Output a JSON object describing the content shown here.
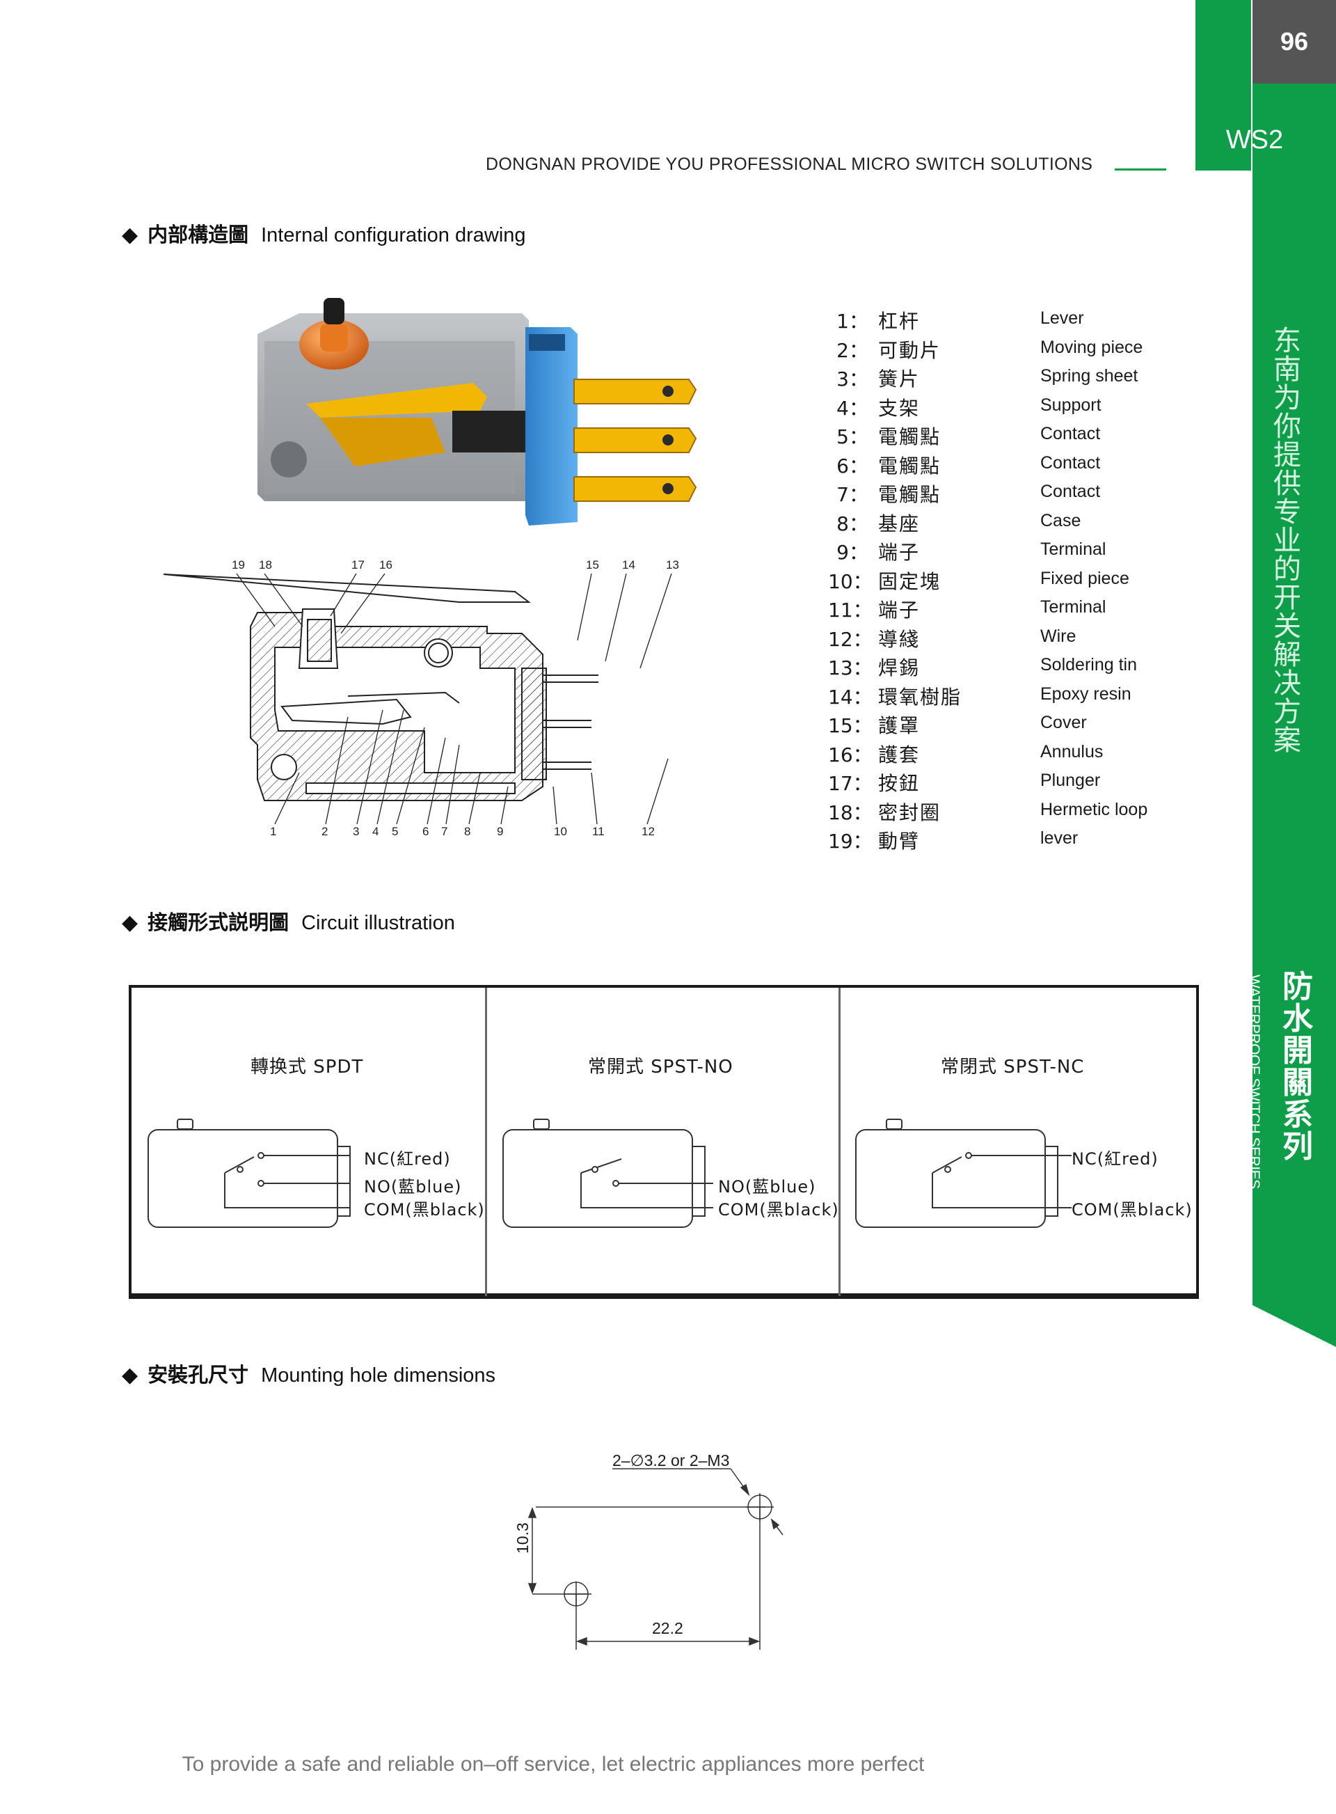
{
  "page_number": "96",
  "series_code": "WS2",
  "vertical_slogan": [
    "东",
    "南",
    "为",
    "你",
    "提",
    "供",
    "专",
    "业",
    "的",
    "开",
    "关",
    "解",
    "决",
    "方",
    "案"
  ],
  "series_name_cn": [
    "防",
    "水",
    "開",
    "關",
    "系",
    "列"
  ],
  "series_name_en": "WATERPROOF SWITCH SERIES",
  "header_slogan": "DONGNAN PROVIDE YOU PROFESSIONAL MICRO SWITCH SOLUTIONS",
  "section_internal": {
    "cn": "内部構造圖",
    "en": "Internal configuration drawing"
  },
  "section_circuit": {
    "cn": "接觸形式説明圖",
    "en": "Circuit illustration"
  },
  "section_mounting": {
    "cn": "安裝孔尺寸",
    "en": "Mounting hole dimensions"
  },
  "callouts_top": [
    "19",
    "18",
    "17",
    "16",
    "15",
    "14",
    "13"
  ],
  "callouts_bottom": [
    "1",
    "2",
    "3",
    "4",
    "5",
    "6",
    "7",
    "8",
    "9",
    "10",
    "11",
    "12"
  ],
  "parts": [
    {
      "num": "1：",
      "cn": "杠杆",
      "en": "Lever"
    },
    {
      "num": "2：",
      "cn": "可動片",
      "en": "Moving  piece"
    },
    {
      "num": "3：",
      "cn": "簧片",
      "en": "Spring sheet"
    },
    {
      "num": "4：",
      "cn": "支架",
      "en": "Support"
    },
    {
      "num": "5：",
      "cn": "電觸點",
      "en": "Contact"
    },
    {
      "num": "6：",
      "cn": "電觸點",
      "en": "Contact"
    },
    {
      "num": "7：",
      "cn": "電觸點",
      "en": "Contact"
    },
    {
      "num": "8：",
      "cn": "基座",
      "en": "Case"
    },
    {
      "num": "9：",
      "cn": "端子",
      "en": "Terminal"
    },
    {
      "num": "10：",
      "cn": "固定塊",
      "en": "Fixed piece"
    },
    {
      "num": "11：",
      "cn": "端子",
      "en": "Terminal"
    },
    {
      "num": "12：",
      "cn": "導綫",
      "en": "Wire"
    },
    {
      "num": "13：",
      "cn": "焊錫",
      "en": "Soldering tin"
    },
    {
      "num": "14：",
      "cn": "環氧樹脂",
      "en": "Epoxy resin"
    },
    {
      "num": "15：",
      "cn": "護罩",
      "en": "Cover"
    },
    {
      "num": "16：",
      "cn": "護套",
      "en": "Annulus"
    },
    {
      "num": "17：",
      "cn": "按鈕",
      "en": "Plunger"
    },
    {
      "num": "18：",
      "cn": "密封圈",
      "en": "Hermetic loop"
    },
    {
      "num": "19：",
      "cn": "動臂",
      "en": "lever"
    }
  ],
  "circuits": [
    {
      "title": "轉换式 SPDT",
      "wires": [
        "NC(紅red)",
        "NO(藍blue)",
        "COM(黑black)"
      ]
    },
    {
      "title": "常開式 SPST-NO",
      "wires": [
        "NO(藍blue)",
        "COM(黑black)"
      ]
    },
    {
      "title": "常閉式 SPST-NC",
      "wires": [
        "NC(紅red)",
        "COM(黑black)"
      ]
    }
  ],
  "mounting": {
    "hole_label": "2–∅3.2 or 2–M3",
    "vertical_dim": "10.3",
    "horizontal_dim": "22.2"
  },
  "footer": "To provide a safe and reliable on–off service, let electric appliances more perfect",
  "colors": {
    "brand_green": "#0e9e4a",
    "page_box": "#555555",
    "terminal_gold": "#f2b705",
    "cover_blue": "#3a8fd6",
    "plunger_orange": "#e8781f"
  }
}
